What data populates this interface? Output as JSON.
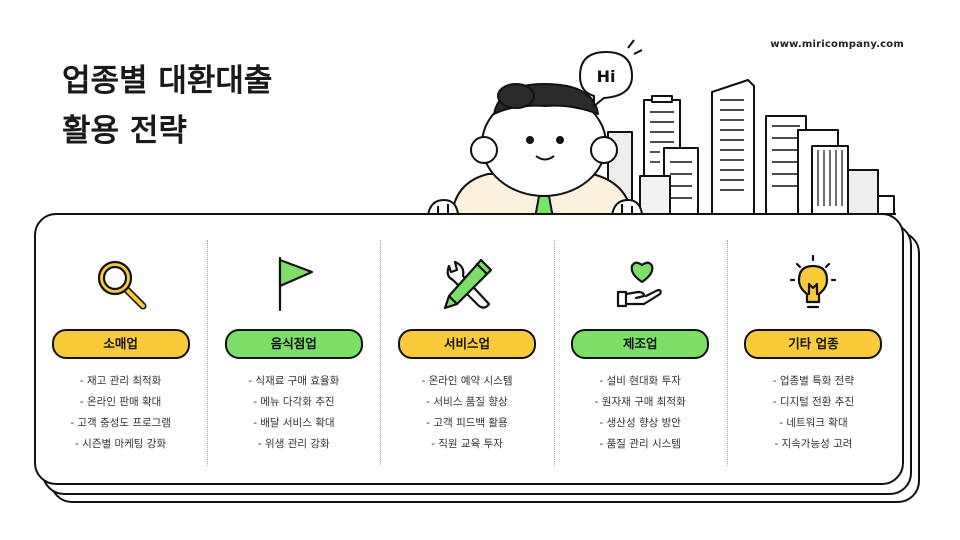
{
  "website": "www.miricompany.com",
  "title": {
    "line1": "업종별 대환대출",
    "line2": "활용 전략"
  },
  "speech_bubble": "Hi",
  "colors": {
    "yellow": "#F9CB3A",
    "green": "#7DDF6A",
    "outline": "#111111"
  },
  "columns": [
    {
      "icon": "magnifier-icon",
      "label": "소매업",
      "color": "yellow",
      "items": [
        "- 재고 관리 최적화",
        "- 온라인 판매 확대",
        "- 고객 충성도 프로그램",
        "- 시즌별 마케팅 강화"
      ]
    },
    {
      "icon": "flag-icon",
      "label": "음식점업",
      "color": "green",
      "items": [
        "- 식재료 구매 효율화",
        "- 메뉴 다각화 추진",
        "- 배달 서비스 확대",
        "- 위생 관리 강화"
      ]
    },
    {
      "icon": "tools-icon",
      "label": "서비스업",
      "color": "yellow",
      "items": [
        "- 온라인 예약 시스템",
        "- 서비스 품질 향상",
        "- 고객 피드백 활용",
        "- 직원 교육 투자"
      ]
    },
    {
      "icon": "heart-hand-icon",
      "label": "제조업",
      "color": "green",
      "items": [
        "- 설비 현대화 투자",
        "- 원자재 구매 최적화",
        "- 생산성 향상 방안",
        "- 품질 관리 시스템"
      ]
    },
    {
      "icon": "lightbulb-icon",
      "label": "기타 업종",
      "color": "yellow",
      "items": [
        "- 업종별 특화 전략",
        "- 디지털 전환 추진",
        "- 네트워크 확대",
        "- 지속가능성 고려"
      ]
    }
  ]
}
